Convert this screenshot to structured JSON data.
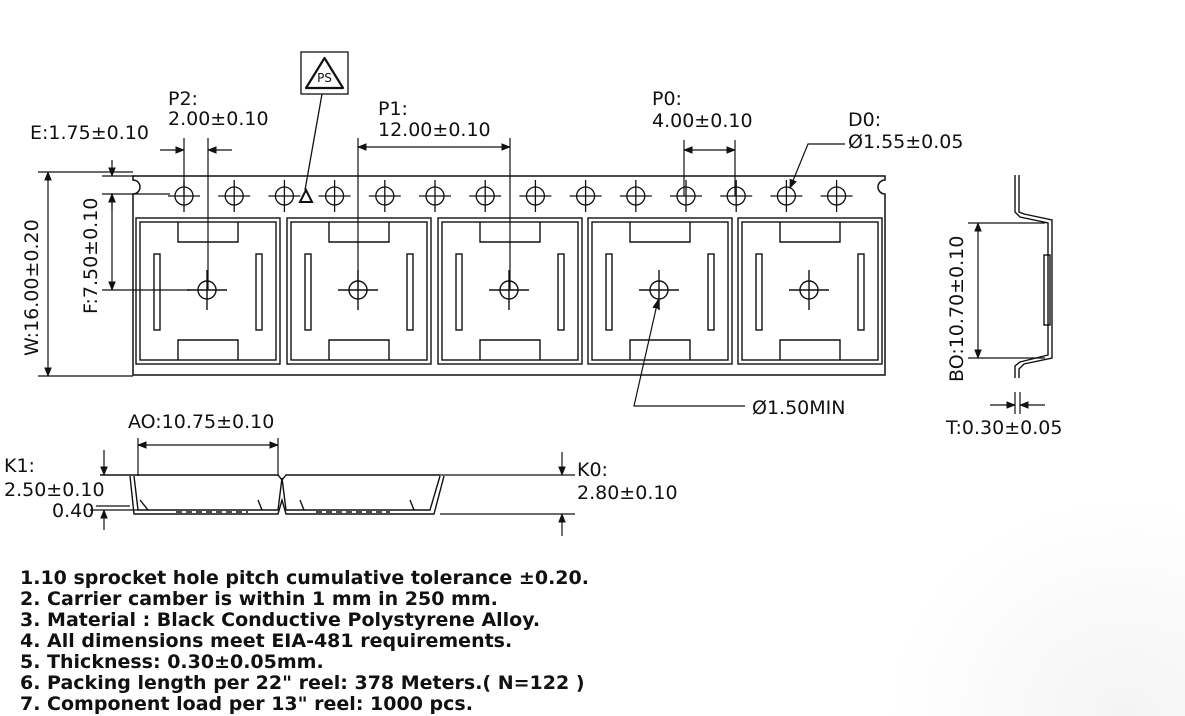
{
  "labels": {
    "p2_name": "P2:",
    "p2_value": "2.00±0.10",
    "p1_name": "P1:",
    "p1_value": "12.00±0.10",
    "p0_name": "P0:",
    "p0_value": "4.00±0.10",
    "d0_name": "D0:",
    "d0_value": "Ø1.55±0.05",
    "e": "E:1.75±0.10",
    "f": "F:7.50±0.10",
    "w": "W:16.00±0.20",
    "bo": "BO:10.70±0.10",
    "t": "T:0.30±0.05",
    "d1": "Ø1.50MIN",
    "ao": "AO:10.75±0.10",
    "k1_name": "K1:",
    "k1_value": "2.50±0.10",
    "k1_thickness": "0.40",
    "k0_name": "K0:",
    "k0_value": "2.80±0.10",
    "recycle_code": "PS"
  },
  "notes": [
    "1.10 sprocket hole pitch cumulative tolerance ±0.20.",
    "2. Carrier camber is within 1 mm in 250 mm.",
    "3. Material : Black Conductive Polystyrene Alloy.",
    "4. All dimensions meet EIA-481 requirements.",
    "5. Thickness: 0.30±0.05mm.",
    "6. Packing length per 22\" reel: 378 Meters.( N=122 )",
    "7. Component load per 13\" reel: 1000 pcs."
  ],
  "icons": [
    "recycle-ps-icon"
  ]
}
